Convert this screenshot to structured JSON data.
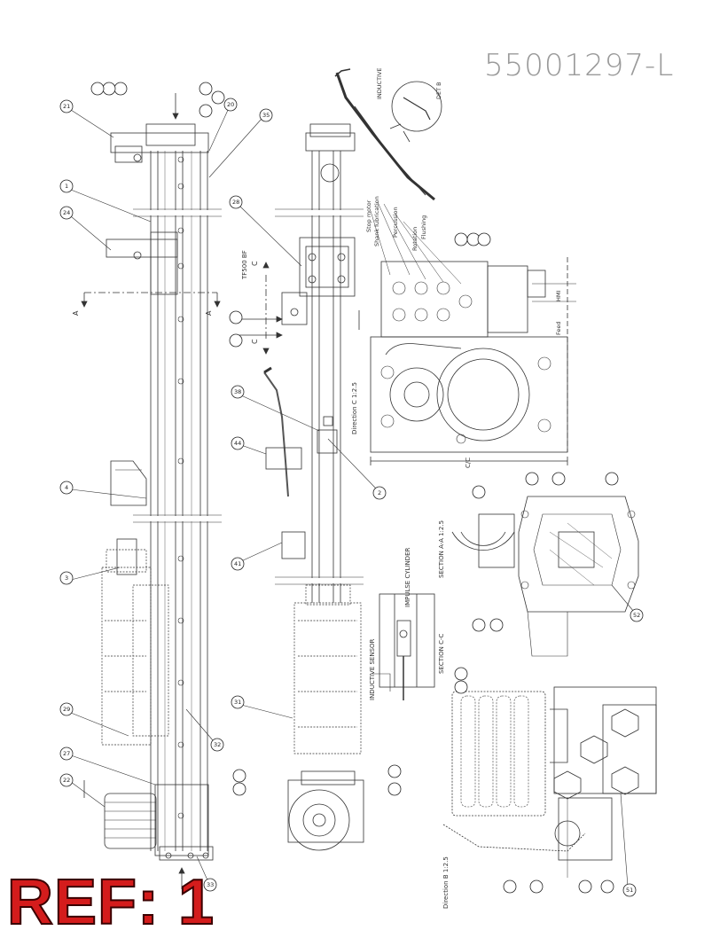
{
  "document_number": "55001297-L",
  "ref_label": "REF: 1",
  "section_labels": {
    "section_aa": "SECTION A-A 1:2.5",
    "section_cc": "SECTION C-C",
    "direction_b": "Direction B 1:2.5",
    "direction_c": "Direction C 1:2.5",
    "impulse_cylinder": "IMPULSE CYLINDER",
    "inductive_sensor": "INDUCTIVE SENSOR",
    "inductive": "INDUCTIVE",
    "det_b": "DET B"
  },
  "functions": [
    "Stop motor",
    "Shank lubrication",
    "Percussion",
    "Rotation",
    "Flushing"
  ],
  "feed_label": "Feed",
  "hmi_label": "HMI",
  "dimension_label": "C/C",
  "callouts_main": [
    "21",
    "1",
    "24",
    "4",
    "3",
    "27",
    "22",
    "29",
    "32",
    "33",
    "35",
    "20",
    "2",
    "28",
    "31",
    "38",
    "41",
    "44",
    "52",
    "51"
  ],
  "part_note": "TF500 BF"
}
